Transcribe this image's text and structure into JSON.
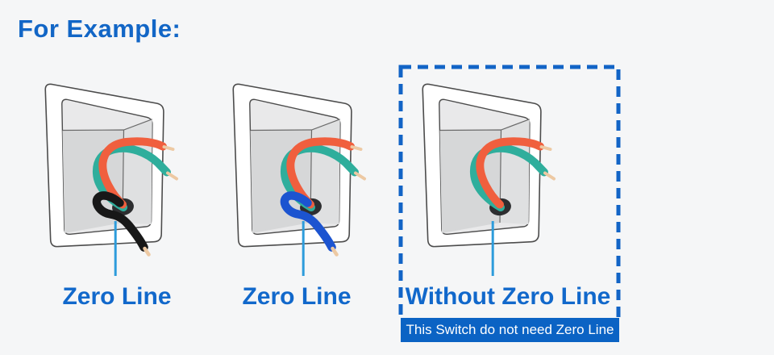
{
  "title": {
    "text": "For Example:",
    "color": "#1266c6"
  },
  "labels_color": "#1168cb",
  "panels": [
    {
      "name": "switch-with-black-zero-line",
      "label": "Zero Line",
      "zero_wire": true,
      "zero_wire_color": "#181818"
    },
    {
      "name": "switch-with-blue-zero-line",
      "label": "Zero Line",
      "zero_wire": true,
      "zero_wire_color": "#1c54d0"
    },
    {
      "name": "switch-without-zero-line",
      "label": "Without Zero Line",
      "zero_wire": false,
      "zero_wire_color": ""
    }
  ],
  "highlight": {
    "border_color": "#1264c6",
    "banner": {
      "text": "This Switch do not need Zero Line",
      "bg": "#0b63c4",
      "text_color": "#ffffff"
    }
  },
  "illustration_colors": {
    "live_wire_red": "#f05f3e",
    "neutral_wire_teal": "#2fae9c",
    "wire_tip_tan": "#edc9a3",
    "callout_line_blue": "#2d9cdb",
    "frame_stroke": "#4c4c4c",
    "frame_fill": "#ffffff",
    "recess_fill": "#e9e9ea",
    "back_wall_fill": "#d6d7d8",
    "side_wall_fill": "#dfe0e1",
    "hole_fill": "#2d2e30",
    "background": "#f5f6f7"
  }
}
